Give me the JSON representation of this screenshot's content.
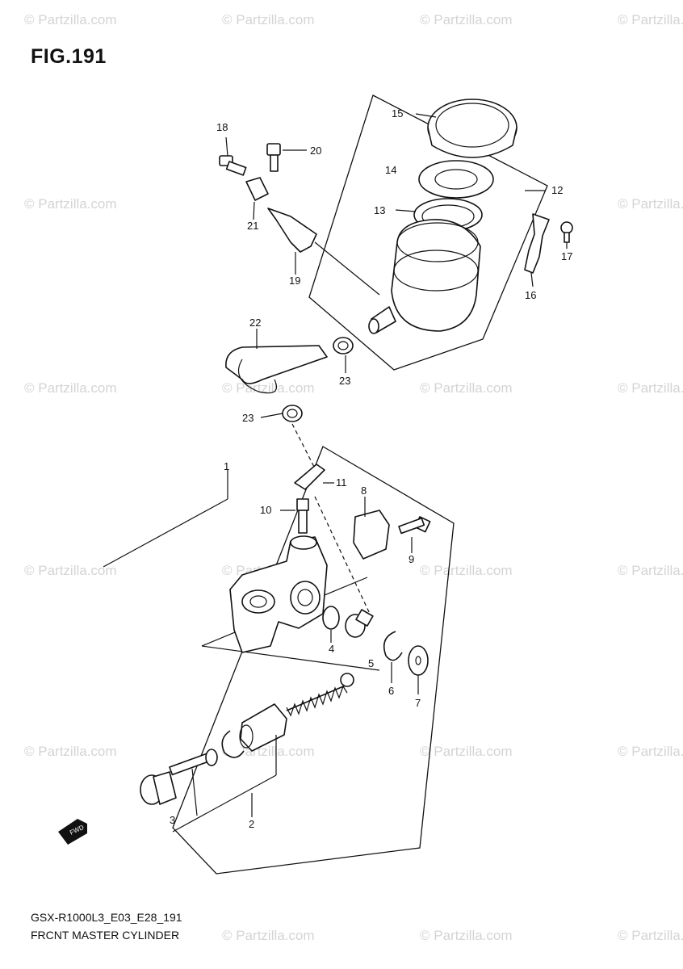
{
  "figure_title": "FIG.191",
  "footer": {
    "code": "GSX-R1000L3_E03_E28_191",
    "name": "FRCNT MASTER CYLINDER"
  },
  "watermark_text": "© Partzilla.com",
  "callouts": [
    "1",
    "2",
    "3",
    "4",
    "5",
    "6",
    "7",
    "8",
    "9",
    "10",
    "11",
    "12",
    "13",
    "14",
    "15",
    "16",
    "17",
    "18",
    "19",
    "20",
    "21",
    "22",
    "23",
    "23"
  ],
  "direction_badge": "FWD"
}
